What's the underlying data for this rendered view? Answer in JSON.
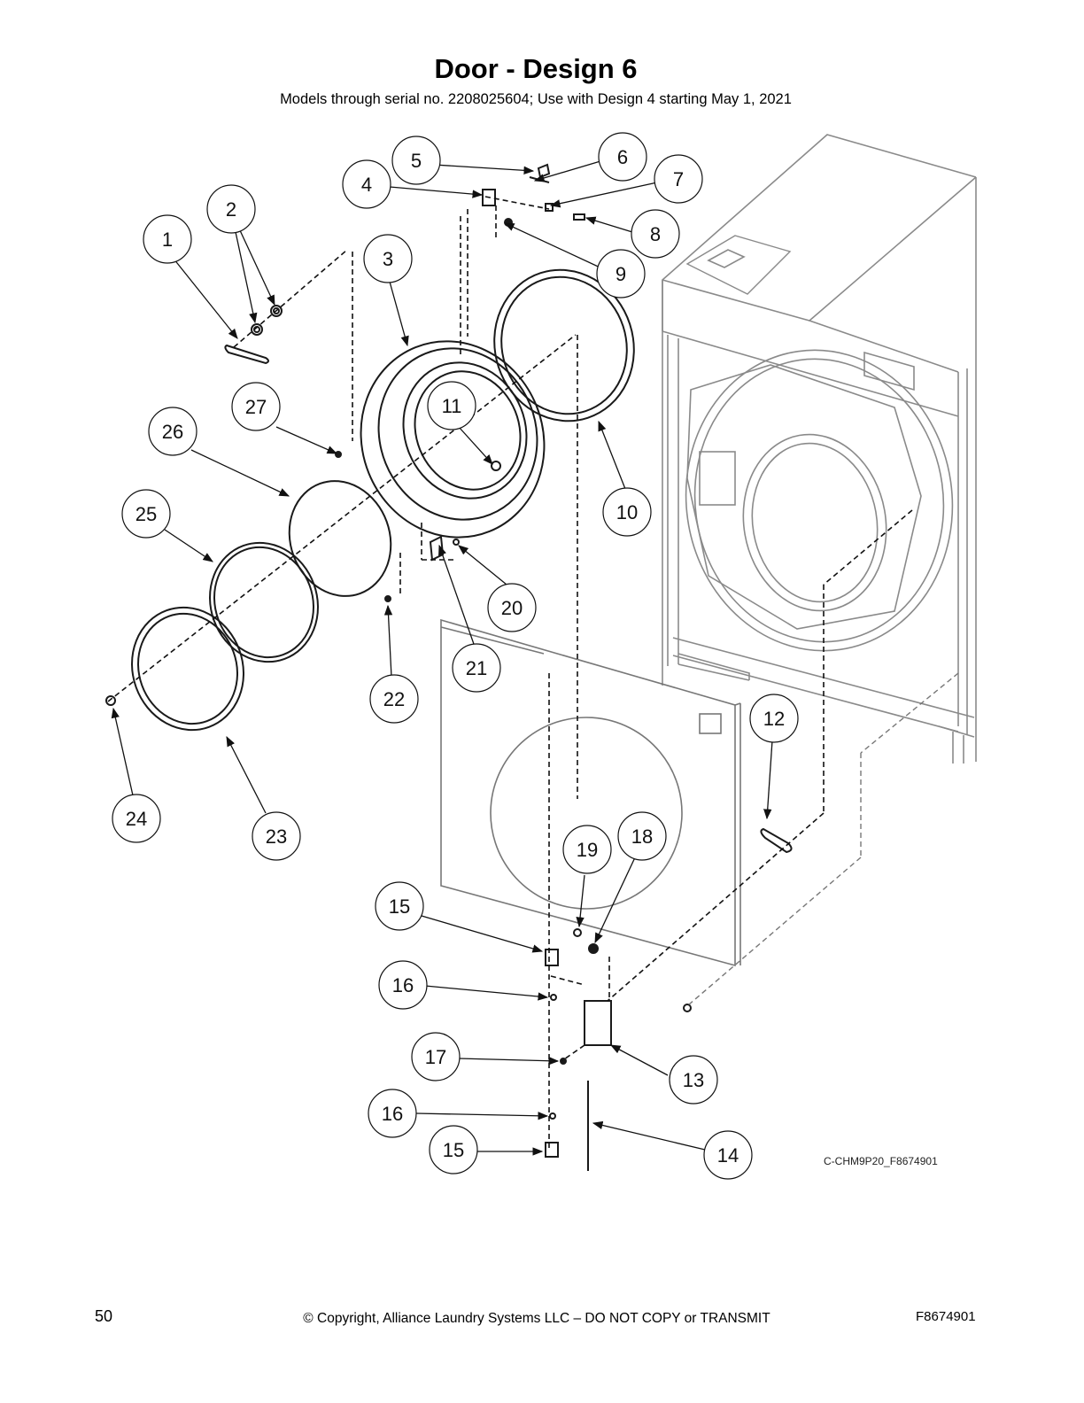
{
  "header": {
    "title": "Door - Design 6",
    "subtitle": "Models through serial no. 2208025604; Use with Design 4 starting May 1, 2021"
  },
  "diagram": {
    "callouts": [
      "1",
      "2",
      "3",
      "4",
      "5",
      "6",
      "7",
      "8",
      "9",
      "10",
      "11",
      "12",
      "13",
      "14",
      "15",
      "16",
      "17",
      "18",
      "19",
      "20",
      "21",
      "22",
      "23",
      "24",
      "25",
      "26",
      "27",
      "16",
      "15"
    ],
    "reference_code": "C-CHM9P20_F8674901"
  },
  "footer": {
    "page_number": "50",
    "copyright": "© Copyright, Alliance Laundry Systems LLC – DO NOT COPY or TRANSMIT",
    "document_id": "F8674901"
  }
}
